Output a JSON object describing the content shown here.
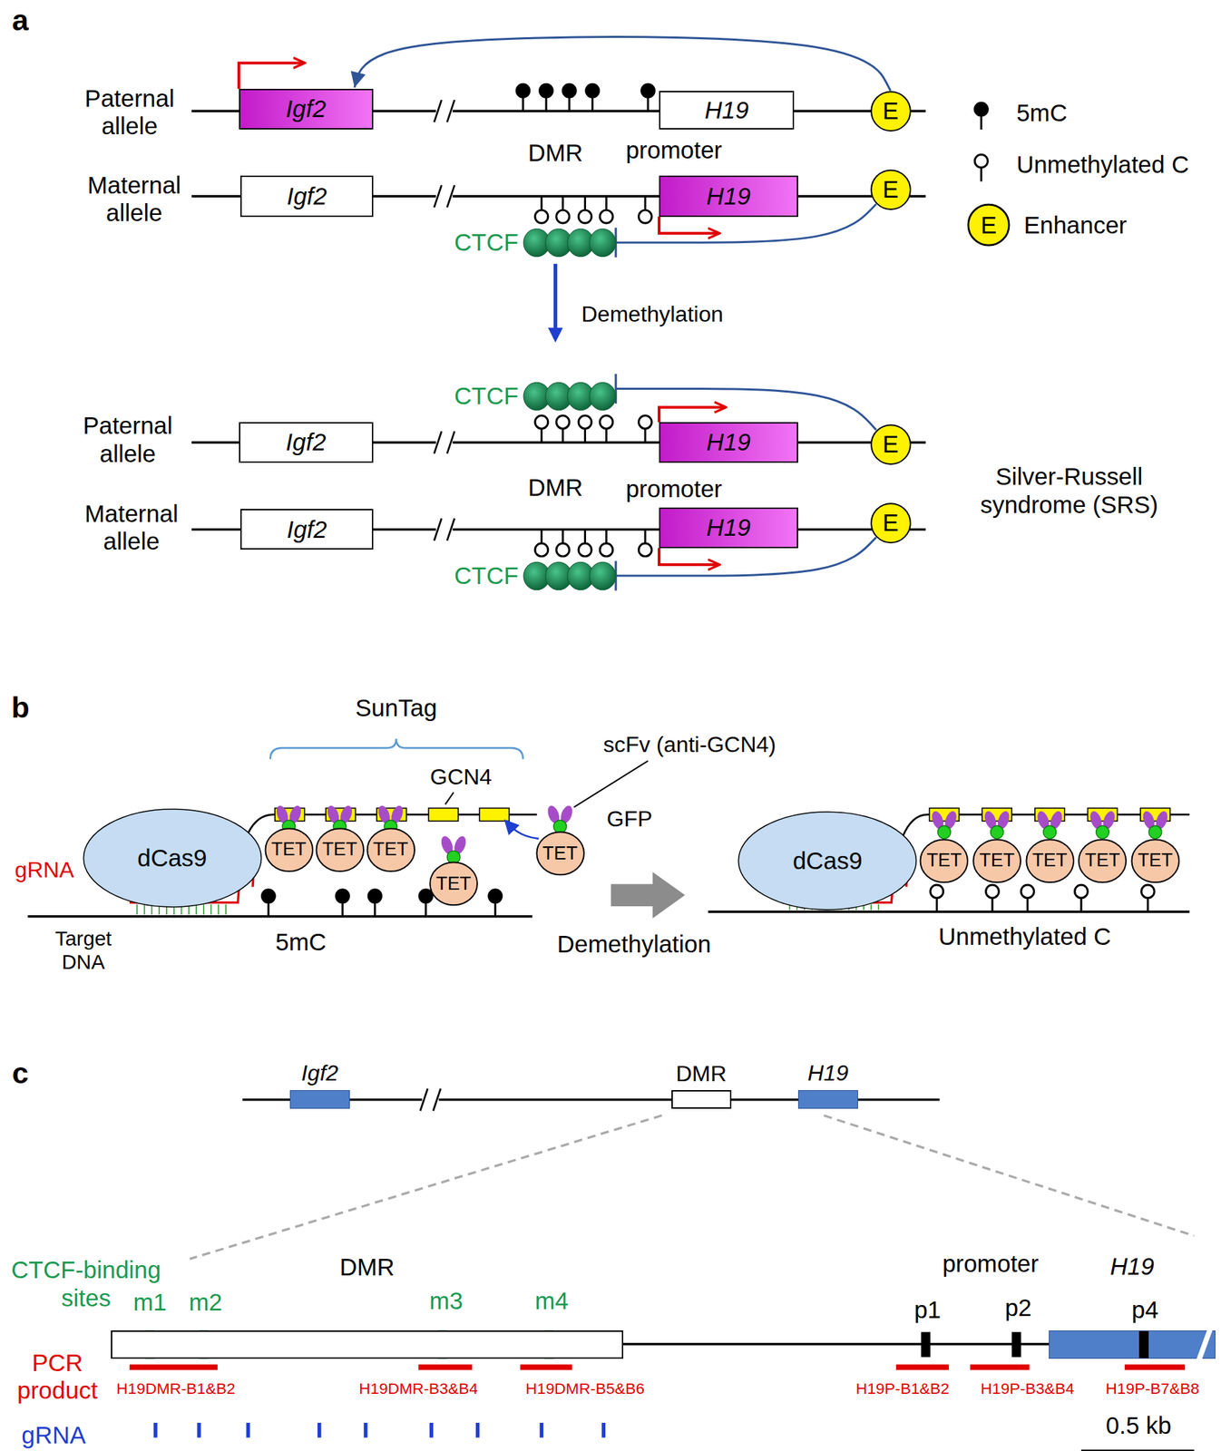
{
  "diagram": {
    "nodes": [
      {
        "text": [
          "Igf2"
        ]
      },
      {
        "text": [
          "H19"
        ]
      },
      {
        "text": [
          "E"
        ]
      },
      {
        "text": [
          "Igf2"
        ]
      },
      {
        "text": [
          "CTCF"
        ]
      },
      {
        "text": [
          "H19"
        ]
      },
      {
        "text": [
          "E"
        ]
      },
      {
        "text": [
          "CTCF"
        ]
      },
      {
        "text": [
          "Igf2"
        ]
      },
      {
        "text": [
          "H19"
        ]
      },
      {
        "text": [
          "E"
        ]
      },
      {
        "text": [
          "Igf2"
        ]
      },
      {
        "text": [
          "CTCF"
        ]
      },
      {
        "text": [
          "H19"
        ]
      },
      {
        "text": [
          "E"
        ]
      },
      {
        "text": [
          "dCas9"
        ]
      },
      {
        "text": [
          "TET"
        ]
      },
      {
        "text": [
          "TET"
        ]
      },
      {
        "text": [
          "TET"
        ]
      },
      {
        "text": [
          "TET"
        ]
      },
      {
        "text": [
          "TET"
        ]
      },
      {
        "text": [
          "dCas9"
        ]
      },
      {
        "text": [
          "TET"
        ]
      },
      {
        "text": [
          "TET"
        ]
      },
      {
        "text": [
          "TET"
        ]
      },
      {
        "text": [
          "TET"
        ]
      },
      {
        "text": [
          "TET"
        ]
      },
      {
        "text": [
          "Igf2"
        ]
      },
      {
        "text": [
          "DMR"
        ]
      },
      {
        "text": [
          "H19"
        ]
      },
      {
        "text": [
          "DMR"
        ]
      },
      {
        "text": [
          "H19"
        ]
      }
    ],
    "edges": [
      {
        "from": 2,
        "to": 0,
        "arrow": "to"
      },
      {
        "from": 6,
        "to": 4,
        "arrow": "to"
      },
      {
        "from": 10,
        "to": 7,
        "arrow": "to"
      },
      {
        "from": 14,
        "to": 12,
        "arrow": "to"
      }
    ],
    "labels": [
      "a",
      "Paternal allele",
      "DMR",
      "promoter",
      "Maternal allele",
      "Demethylation",
      "Paternal allele",
      "DMR",
      "promoter",
      "Maternal allele",
      "Silver-Russell syndrome (SRS)",
      "E",
      "b",
      "SunTag",
      "GCN4",
      "scFv (anti-GCN4)",
      "GFP",
      "gRNA",
      "Target DNA",
      "5mC",
      "Demethylation",
      "Unmethylated C",
      "c",
      "CTCF-binding sites",
      "m1",
      "m2",
      "m3",
      "m4",
      "promoter",
      "p1",
      "p2",
      "p4",
      "PCR product",
      "H19DMR-B1&B2",
      "H19DMR-B3&B4",
      "H19DMR-B5&B6",
      "H19P-B1&B2",
      "H19P-B3&B4",
      "H19P-B7&B8",
      "gRNA",
      "0.5 kb"
    ],
    "legend": [
      {
        "text": "5mC"
      },
      {
        "text": "Unmethylated C"
      },
      {
        "text": "Enhancer"
      }
    ]
  }
}
